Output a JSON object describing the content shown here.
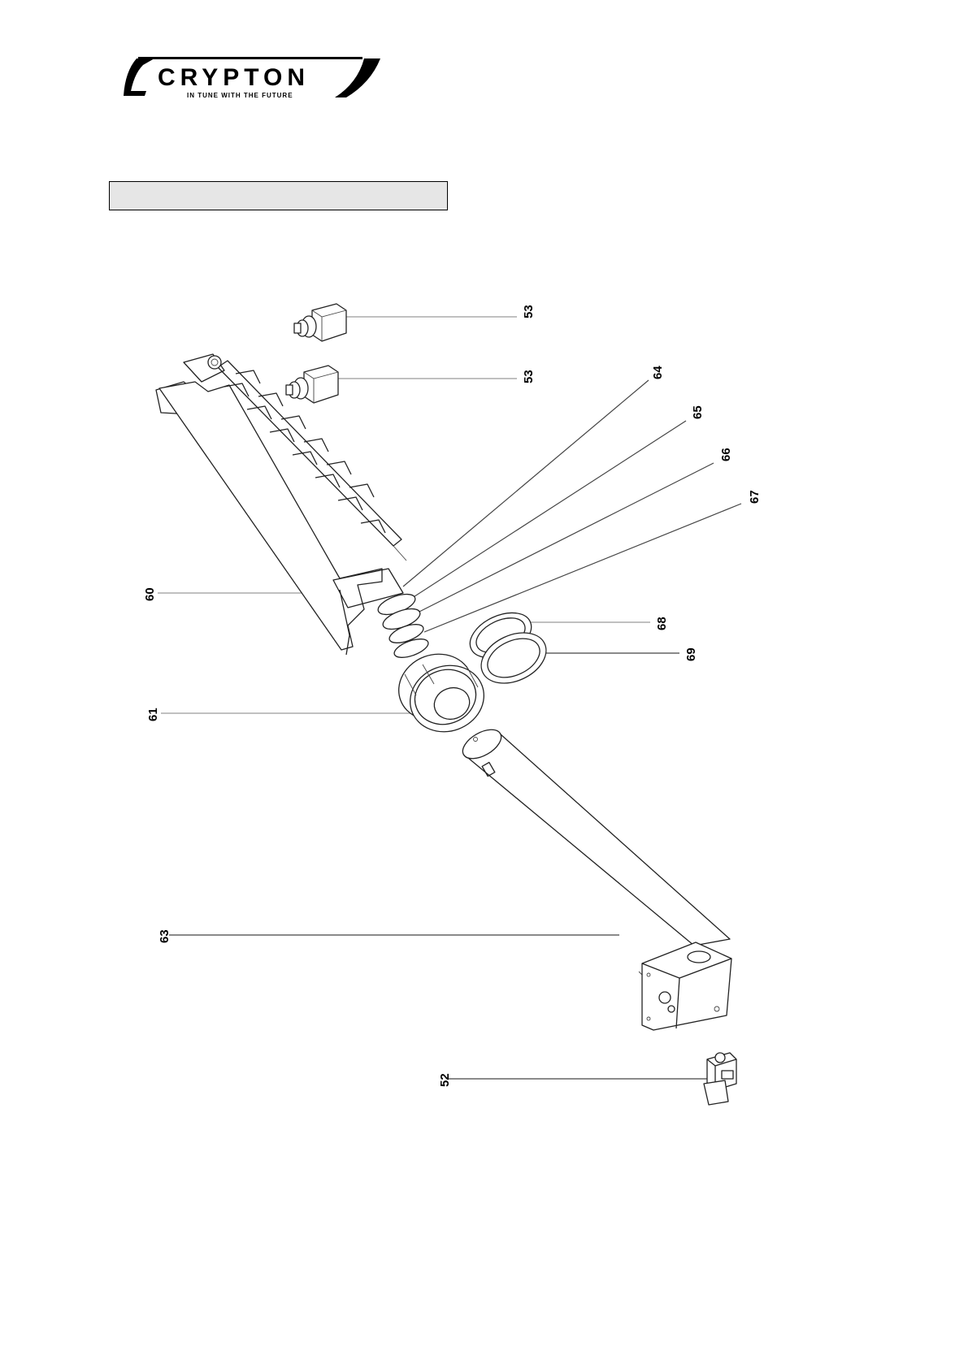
{
  "logo": {
    "brand": "CRYPTON",
    "tagline": "IN TUNE WITH THE FUTURE"
  },
  "section_title": "",
  "parts": [
    {
      "id": "label-53a",
      "number": "53"
    },
    {
      "id": "label-53b",
      "number": "53"
    },
    {
      "id": "label-64",
      "number": "64"
    },
    {
      "id": "label-65",
      "number": "65"
    },
    {
      "id": "label-66",
      "number": "66"
    },
    {
      "id": "label-67",
      "number": "67"
    },
    {
      "id": "label-68",
      "number": "68"
    },
    {
      "id": "label-69",
      "number": "69"
    },
    {
      "id": "label-60",
      "number": "60"
    },
    {
      "id": "label-61",
      "number": "61"
    },
    {
      "id": "label-63",
      "number": "63"
    },
    {
      "id": "label-52",
      "number": "52"
    }
  ]
}
